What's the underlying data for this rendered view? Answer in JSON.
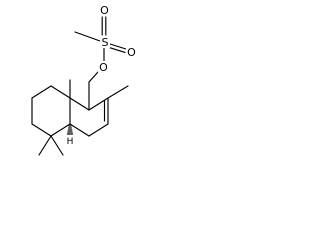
{
  "structure": {
    "atoms": {
      "sulfur": "S",
      "oxygen_top": "O",
      "oxygen_right": "O",
      "oxygen_ester": "O",
      "hydrogen": "H"
    }
  }
}
